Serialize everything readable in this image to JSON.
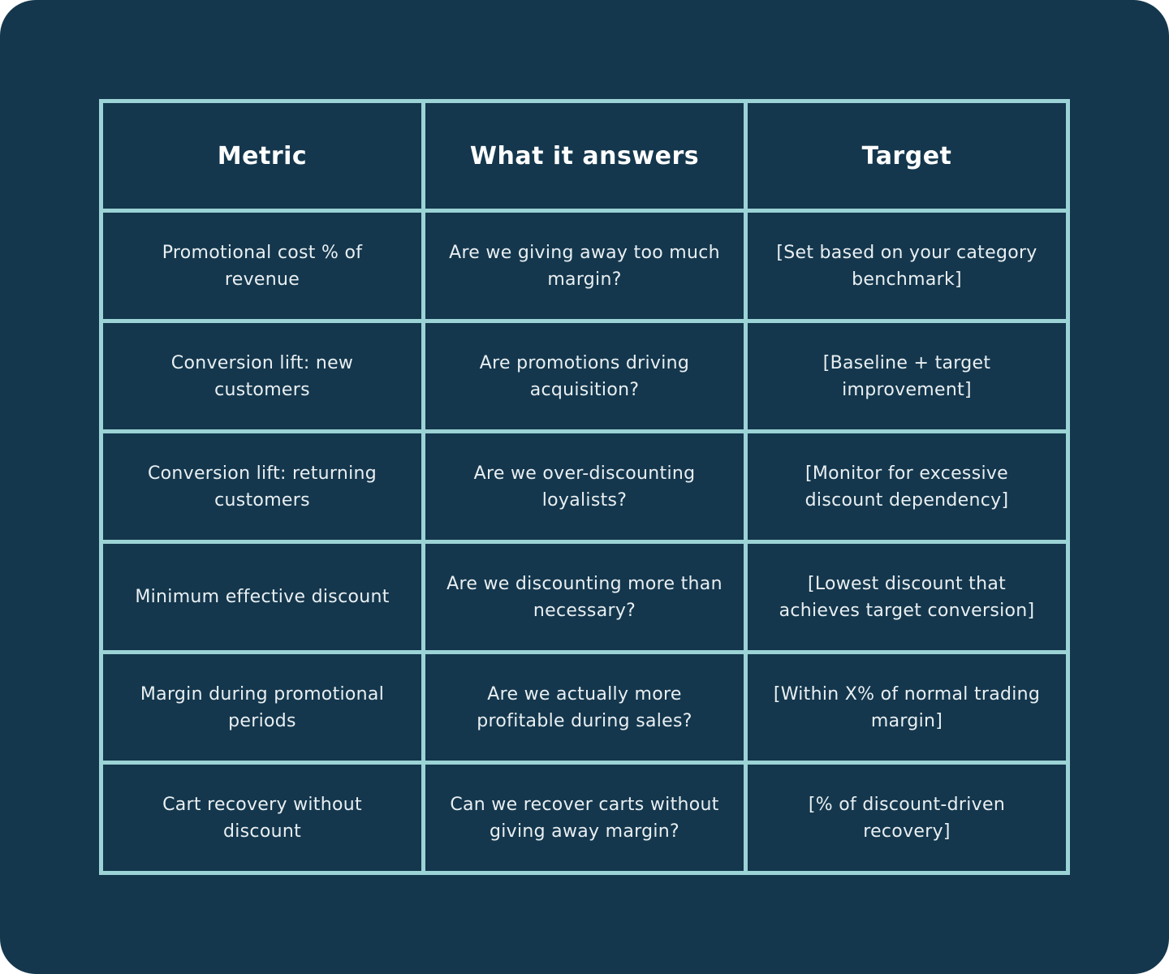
{
  "chart_data": {
    "type": "table",
    "columns": [
      "Metric",
      "What it answers",
      "Target"
    ],
    "rows": [
      [
        "Promotional cost % of revenue",
        "Are we giving away too much margin?",
        "[Set based on your category benchmark]"
      ],
      [
        "Conversion lift: new customers",
        "Are promotions driving acquisition?",
        "[Baseline + target improvement]"
      ],
      [
        "Conversion lift: returning customers",
        "Are we over-discounting loyalists?",
        "[Monitor for excessive discount dependency]"
      ],
      [
        "Minimum effective discount",
        "Are we discounting more than necessary?",
        "[Lowest discount that achieves target conversion]"
      ],
      [
        "Margin during promotional periods",
        "Are we actually more profitable during sales?",
        "[Within X% of normal trading margin]"
      ],
      [
        "Cart recovery without discount",
        "Can we recover carts without giving away margin?",
        "[% of discount-driven recovery]"
      ]
    ],
    "layout": {
      "grid": "on",
      "header_row": true,
      "column_count": 3,
      "row_count": 6
    },
    "colors": {
      "page_background": "#FFFFFF",
      "card_background": "#14374D",
      "table_border": "#9CD3D6",
      "header_text": "#FFFFFF",
      "cell_text": "#E9EFF2"
    }
  }
}
